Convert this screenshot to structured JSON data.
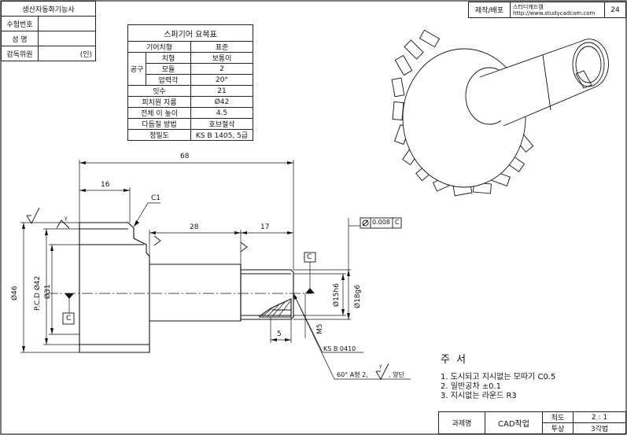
{
  "top_left_box": {
    "header": "생산자동화기능사",
    "rows": [
      {
        "label": "수험번호",
        "value": ""
      },
      {
        "label": "성    명",
        "value": ""
      },
      {
        "label": "감독위원",
        "value": "(인)"
      }
    ]
  },
  "top_right_box": {
    "label": "제작/배포",
    "company": "스터디캐드캠",
    "url": "http://www.studycadcam.com",
    "sheet_no": "24"
  },
  "gear_table": {
    "title": "스퍼기어 요목표",
    "header": [
      "기어치형",
      "표준"
    ],
    "tool_group": "공구",
    "tool_rows": [
      {
        "label": "치형",
        "value": "보통이"
      },
      {
        "label": "모듈",
        "value": "2"
      },
      {
        "label": "압력각",
        "value": "20°"
      }
    ],
    "rows": [
      {
        "label": "잇수",
        "value": "21"
      },
      {
        "label": "피치원 지름",
        "value": "Ø42"
      },
      {
        "label": "전체 이 높이",
        "value": "4.5"
      },
      {
        "label": "다듬질 방법",
        "value": "호브절삭"
      },
      {
        "label": "정밀도",
        "value": "KS B 1405, 5급"
      }
    ]
  },
  "dimensions": {
    "overall_length": "68",
    "gear_width": "16",
    "chamfer": "C1",
    "step_28": "28",
    "step_17": "17",
    "keyway_width": "5",
    "od": "Ø46",
    "pcd": "P.C.D Ø42",
    "root": "Ø31",
    "shaft_small": "Ø15h6",
    "shaft_large": "Ø18g6",
    "thread": "M5",
    "datum": "C",
    "tolerance_value": "0.008",
    "tolerance_datum": "C",
    "center_hole_std": "KS B 0410",
    "center_hole_note": "60° A형 2,",
    "center_hole_tail": ", 양단",
    "surface_mark": "y"
  },
  "notes": {
    "title": "주  서",
    "items": [
      "1. 도시되고 지시없는 모따기 C0.5",
      "2. 일반공차 ±0.1",
      "3. 지시없는 라운드 R3"
    ]
  },
  "title_block": {
    "subject_label": "과제명",
    "subject": "CAD작업",
    "scale_label": "척도",
    "scale": "2 : 1",
    "projection_label": "투상",
    "projection": "3각법"
  }
}
